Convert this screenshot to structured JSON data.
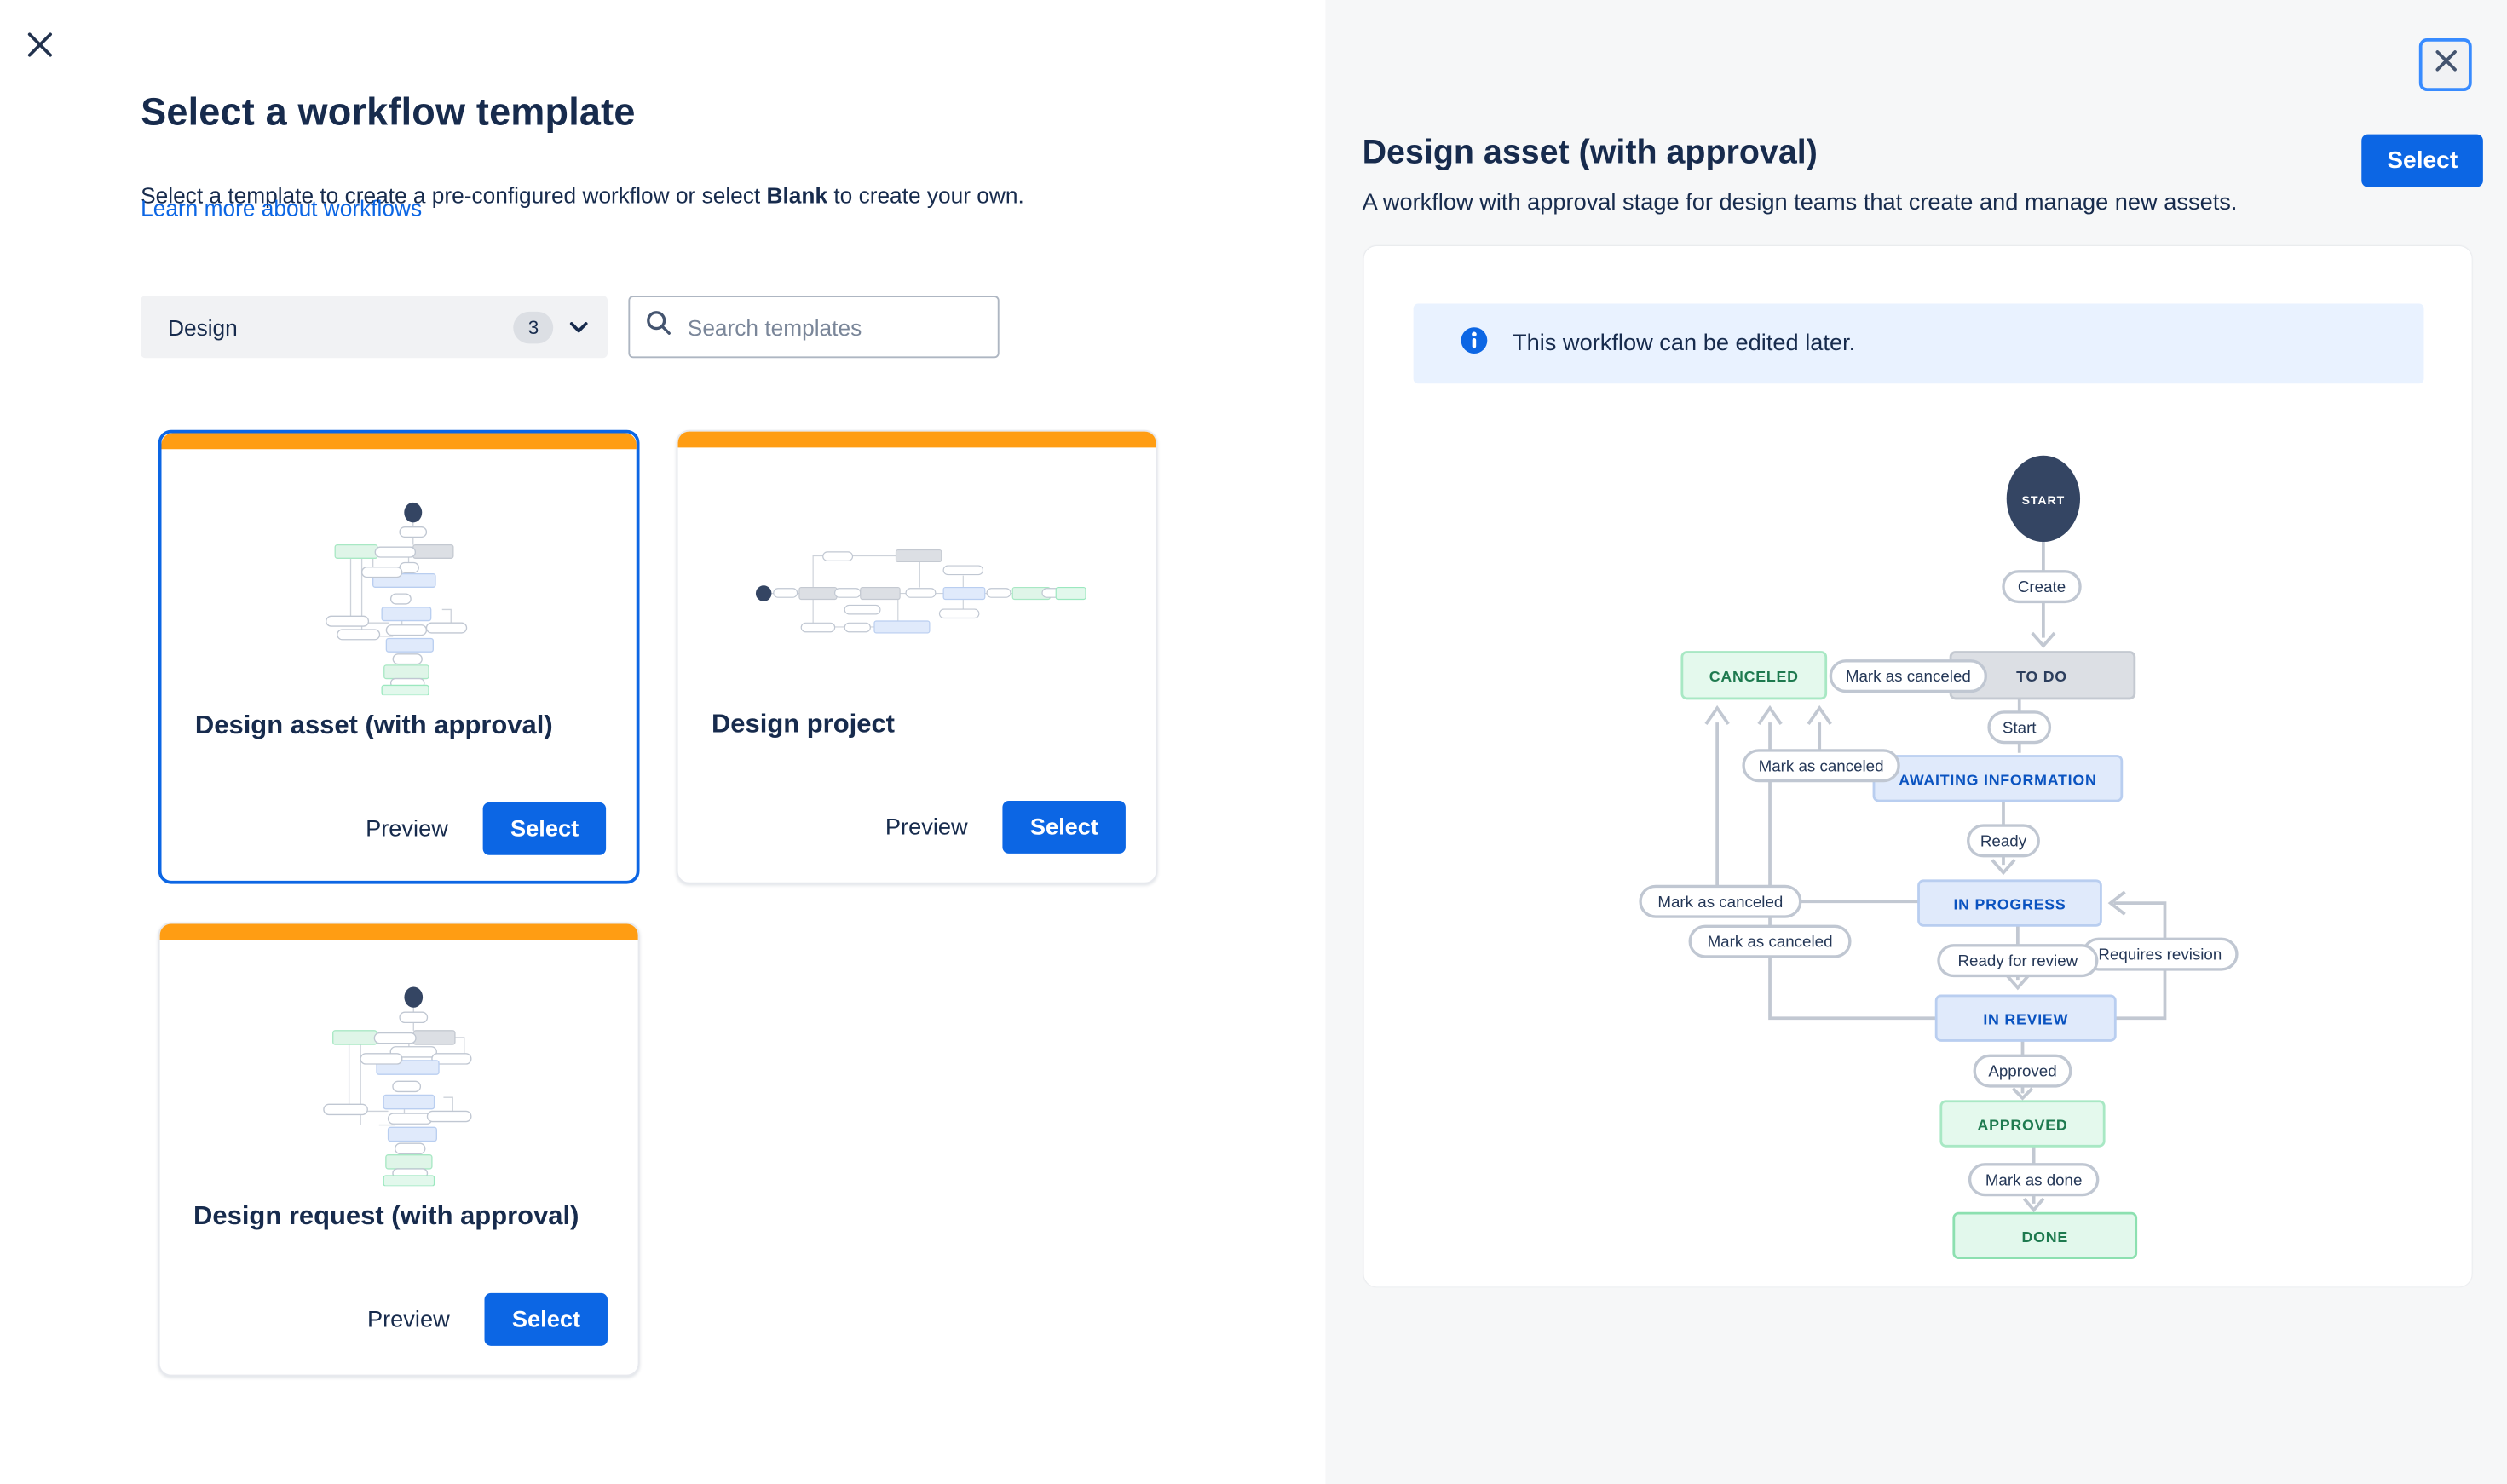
{
  "left": {
    "title": "Select a workflow template",
    "subtitle": {
      "before": "Select a template to create a pre-configured workflow or select ",
      "bold": "Blank",
      "after": " to create your own."
    },
    "link_label": "Learn more about workflows",
    "filter": {
      "label": "Design",
      "count": "3"
    },
    "search_placeholder": "Search templates",
    "cards": [
      {
        "title": "Design asset (with approval)",
        "preview_label": "Preview",
        "select_label": "Select"
      },
      {
        "title": "Design project",
        "preview_label": "Preview",
        "select_label": "Select"
      },
      {
        "title": "Design request (with approval)",
        "preview_label": "Preview",
        "select_label": "Select"
      }
    ]
  },
  "preview": {
    "title": "Design asset (with approval)",
    "select_label": "Select",
    "description": "A workflow with approval stage for design teams that create and manage new assets.",
    "banner_text": "This workflow can be edited later.",
    "diagram": {
      "start_label": "START",
      "statuses": [
        {
          "label": "CANCELED",
          "type": "done"
        },
        {
          "label": "TO DO",
          "type": "todo"
        },
        {
          "label": "AWAITING INFORMATION",
          "type": "inprogress"
        },
        {
          "label": "IN PROGRESS",
          "type": "inprogress"
        },
        {
          "label": "IN REVIEW",
          "type": "inprogress"
        },
        {
          "label": "APPROVED",
          "type": "done"
        },
        {
          "label": "DONE",
          "type": "done"
        }
      ],
      "transitions": [
        "Create",
        "Mark as canceled",
        "Start",
        "Mark as canceled",
        "Ready",
        "Mark as canceled",
        "Mark as canceled",
        "Requires revision",
        "Ready for review",
        "Approved",
        "Mark as done"
      ]
    }
  },
  "colors": {
    "accent": "#0C66E4",
    "card_top_bar": "#FF9D13",
    "panel_bg": "#F6F7F8",
    "banner_bg": "#E9F2FF",
    "status_green_text": "#1E7A4F",
    "status_blue_text": "#0A53C0",
    "status_gray_bg": "#DCDFE4",
    "line_gray": "#C2C8D2"
  }
}
